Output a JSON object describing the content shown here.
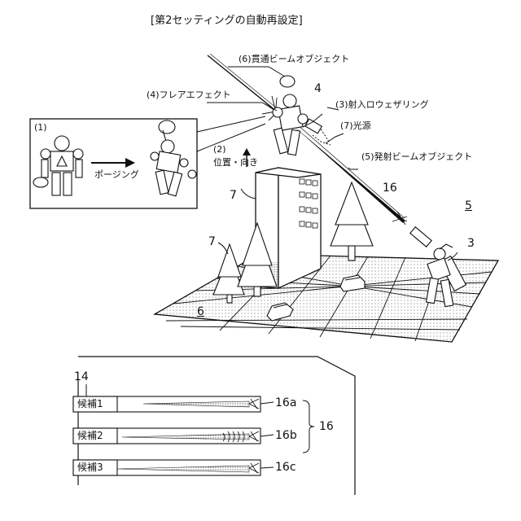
{
  "title": "[第2セッティングの自動再設定]",
  "labels": {
    "l6": "(6)貫通ビームオブジェクト",
    "l4": "(4)フレアエフェクト",
    "l3": "(3)射入ロウェザリング",
    "l1": "(1)",
    "l7": "(7)光源",
    "l2a": "(2)",
    "l2b": "位置・向き",
    "l5": "(5)発射ビームオブジェクト",
    "posing": "ポージング"
  },
  "numbers": {
    "n4": "4",
    "n7a": "7",
    "n7b": "7",
    "n16": "16",
    "n5": "5",
    "n3": "3",
    "n6": "6",
    "n14": "14",
    "n16a": "16a",
    "n16b": "16b",
    "n16c": "16c",
    "n16g": "16"
  },
  "candidates": [
    "候補1",
    "候補2",
    "候補3"
  ]
}
